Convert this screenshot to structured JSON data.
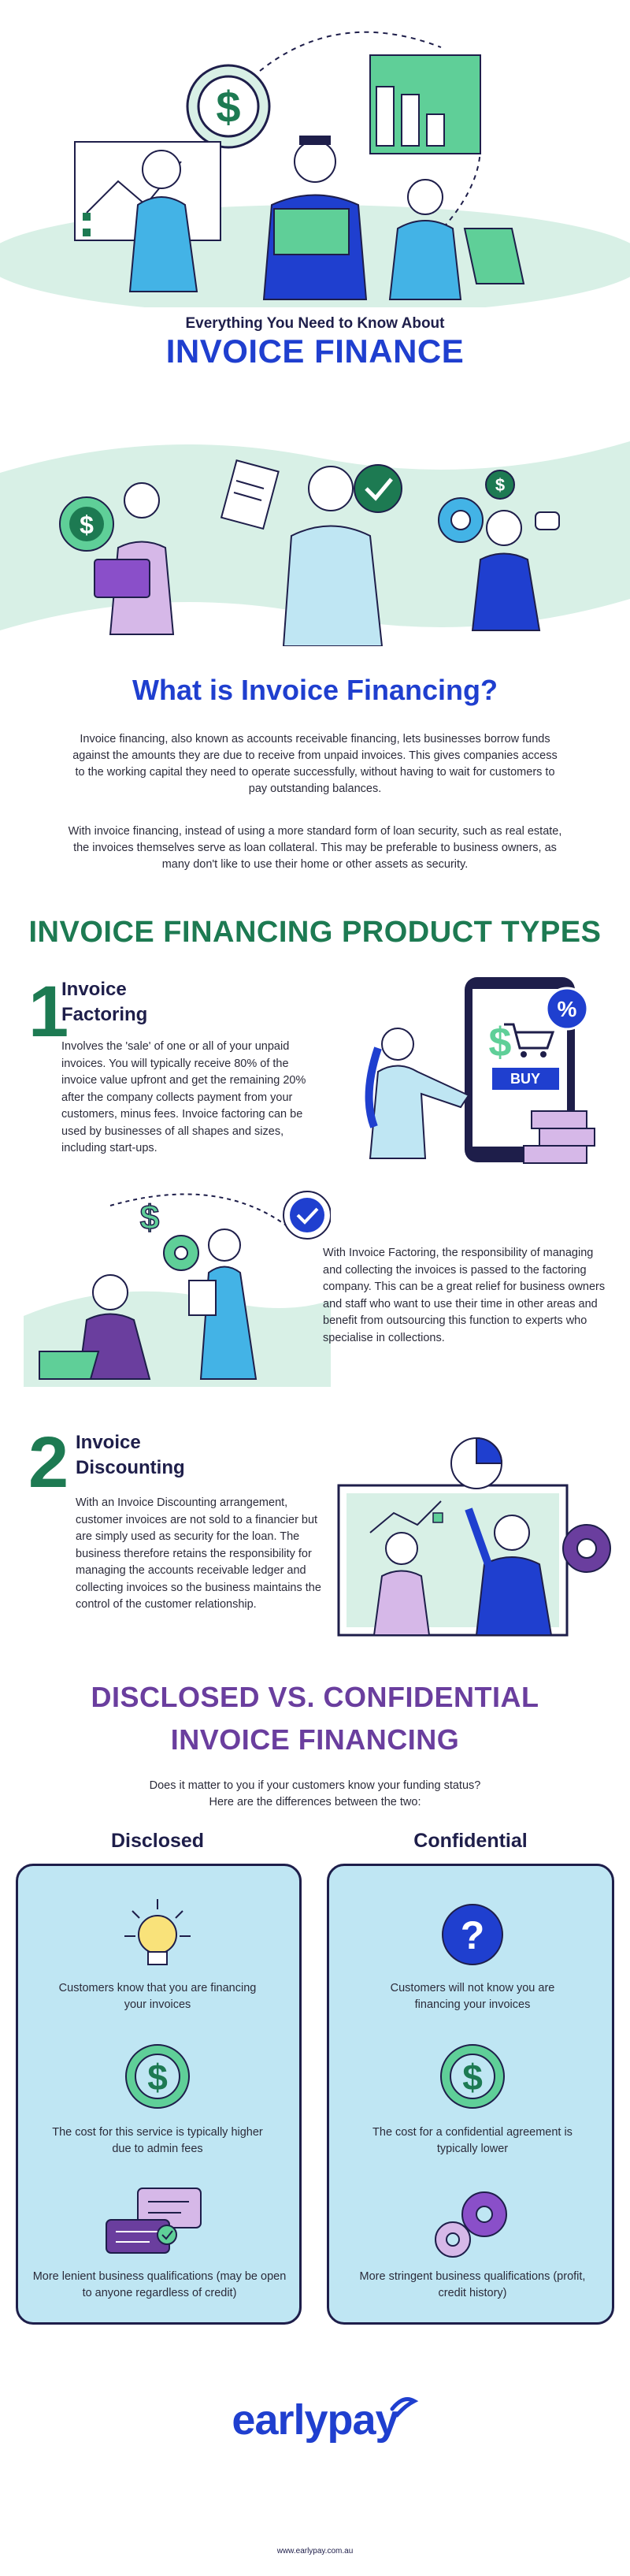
{
  "header": {
    "kicker": "Everything You Need to Know About",
    "title": "INVOICE FINANCE"
  },
  "what_is": {
    "heading": "What is Invoice Financing?",
    "para1": "Invoice financing, also known as accounts receivable financing, lets businesses borrow funds against the amounts they are due to receive from unpaid invoices. This gives companies access to the working capital they need to operate successfully, without having to wait for customers to pay outstanding balances.",
    "para2": "With invoice financing, instead of using a more standard form of loan security, such as real estate, the invoices themselves serve as loan collateral. This may be preferable to business owners, as many don't like to use their home or other assets as security."
  },
  "product_types": {
    "heading": "INVOICE FINANCING PRODUCT TYPES",
    "factoring": {
      "number": "1",
      "title_line1": "Invoice",
      "title_line2": "Factoring",
      "body1": "Involves the 'sale' of one or all of your unpaid invoices. You will typically receive 80% of the invoice value upfront and get the remaining 20% after the company collects payment from your customers, minus fees. Invoice factoring can be used by businesses of all shapes and sizes, including start-ups.",
      "body2": "With Invoice Factoring, the responsibility of managing and collecting the invoices is passed to the factoring company. This can be a great relief for business owners and staff who want to use their time in other areas and benefit from outsourcing this function to experts who specialise in collections.",
      "buy_label": "BUY",
      "percent_label": "%"
    },
    "discounting": {
      "number": "2",
      "title_line1": "Invoice",
      "title_line2": "Discounting",
      "body": "With an Invoice Discounting arrangement, customer invoices are not sold to a financier but are simply used as security for the loan. The business therefore retains the responsibility for managing the accounts receivable ledger and collecting invoices so the business maintains the control of the customer relationship."
    }
  },
  "comparison": {
    "heading_line1": "DISCLOSED VS. CONFIDENTIAL",
    "heading_line2": "INVOICE FINANCING",
    "intro": "Does it matter to you if your customers know your funding status? Here are the differences between the two:",
    "disclosed": {
      "heading": "Disclosed",
      "items": [
        {
          "icon": "lightbulb-icon",
          "text": "Customers know that you are financing your invoices"
        },
        {
          "icon": "dollar-icon",
          "text": "The cost for this service is typically higher due to admin fees"
        },
        {
          "icon": "chat-bubbles-icon",
          "text": "More lenient business qualifications (may be open to anyone regardless of credit)"
        }
      ]
    },
    "confidential": {
      "heading": "Confidential",
      "items": [
        {
          "icon": "question-mark-icon",
          "text": "Customers will not know you are financing your invoices"
        },
        {
          "icon": "dollar-icon",
          "text": "The cost for a confidential agreement is typically lower"
        },
        {
          "icon": "gears-icon",
          "text": "More stringent business qualifications (profit, credit history)"
        }
      ]
    }
  },
  "footer": {
    "logo": "earlypay",
    "url": "www.earlypay.com.au"
  },
  "colors": {
    "brand_blue": "#1f3fcf",
    "green": "#1d7a52",
    "purple": "#6a3e9e",
    "navy": "#1e1e4a",
    "panel_blue": "#bfe6f3",
    "mint": "#d8f0e6"
  }
}
